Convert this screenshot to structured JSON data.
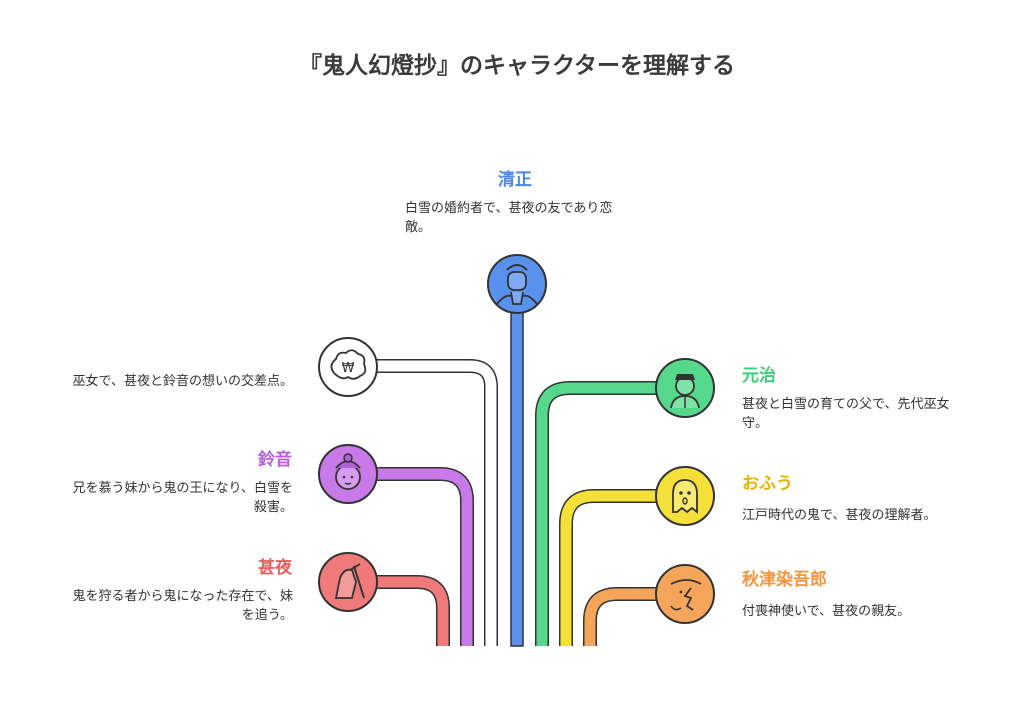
{
  "title": "『鬼人幻燈抄』のキャラクターを理解する",
  "characters": {
    "kiyomasa": {
      "name": "清正",
      "desc": "白雪の婚約者で、甚夜の友であり恋敵。",
      "color": "#4a86e8",
      "icon": "scholar-face-icon"
    },
    "shrine_maiden": {
      "name": "",
      "desc": "巫女で、甚夜と鈴音の想いの交差点。",
      "color": "#ffffff",
      "icon": "coin-cloud-icon"
    },
    "suzune": {
      "name": "鈴音",
      "desc": "兄を慕う妹から鬼の王になり、白雪を殺害。",
      "color": "#b85fe0",
      "icon": "girl-face-icon"
    },
    "jinya": {
      "name": "甚夜",
      "desc": "鬼を狩る者から鬼になった存在で、妹を追う。",
      "color": "#e85c5c",
      "icon": "demon-hunter-icon"
    },
    "motoharu": {
      "name": "元治",
      "desc": "甚夜と白雪の育ての父で、先代巫女守。",
      "color": "#3dce79",
      "icon": "man-portrait-icon"
    },
    "ofuu": {
      "name": "おふう",
      "desc": "江戸時代の鬼で、甚夜の理解者。",
      "color": "#f2d81e",
      "icon": "ghost-icon"
    },
    "akitsu": {
      "name": "秋津染吾郎",
      "desc": "付喪神使いで、甚夜の親友。",
      "color": "#f2963c",
      "icon": "profile-face-icon"
    }
  }
}
